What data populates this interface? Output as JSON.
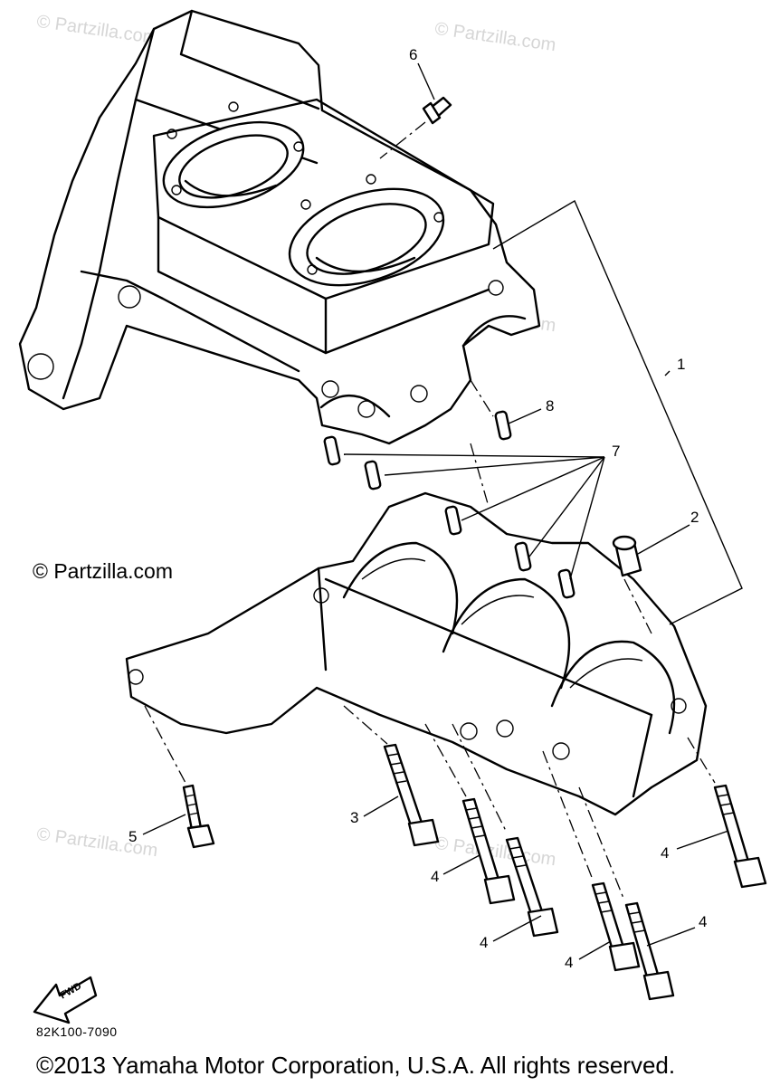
{
  "diagram": {
    "credit": "© Partzilla.com",
    "watermark": "© Partzilla.com",
    "part_code": "82K100-7090",
    "fwd_label": "FWD",
    "copyright": "©2013 Yamaha Motor Corporation, U.S.A. All rights reserved.",
    "callouts": {
      "c1": "1",
      "c2": "2",
      "c3": "3",
      "c4a": "4",
      "c4b": "4",
      "c4c": "4",
      "c4d": "4",
      "c4e": "4",
      "c5": "5",
      "c6": "6",
      "c7": "7",
      "c8": "8"
    }
  }
}
